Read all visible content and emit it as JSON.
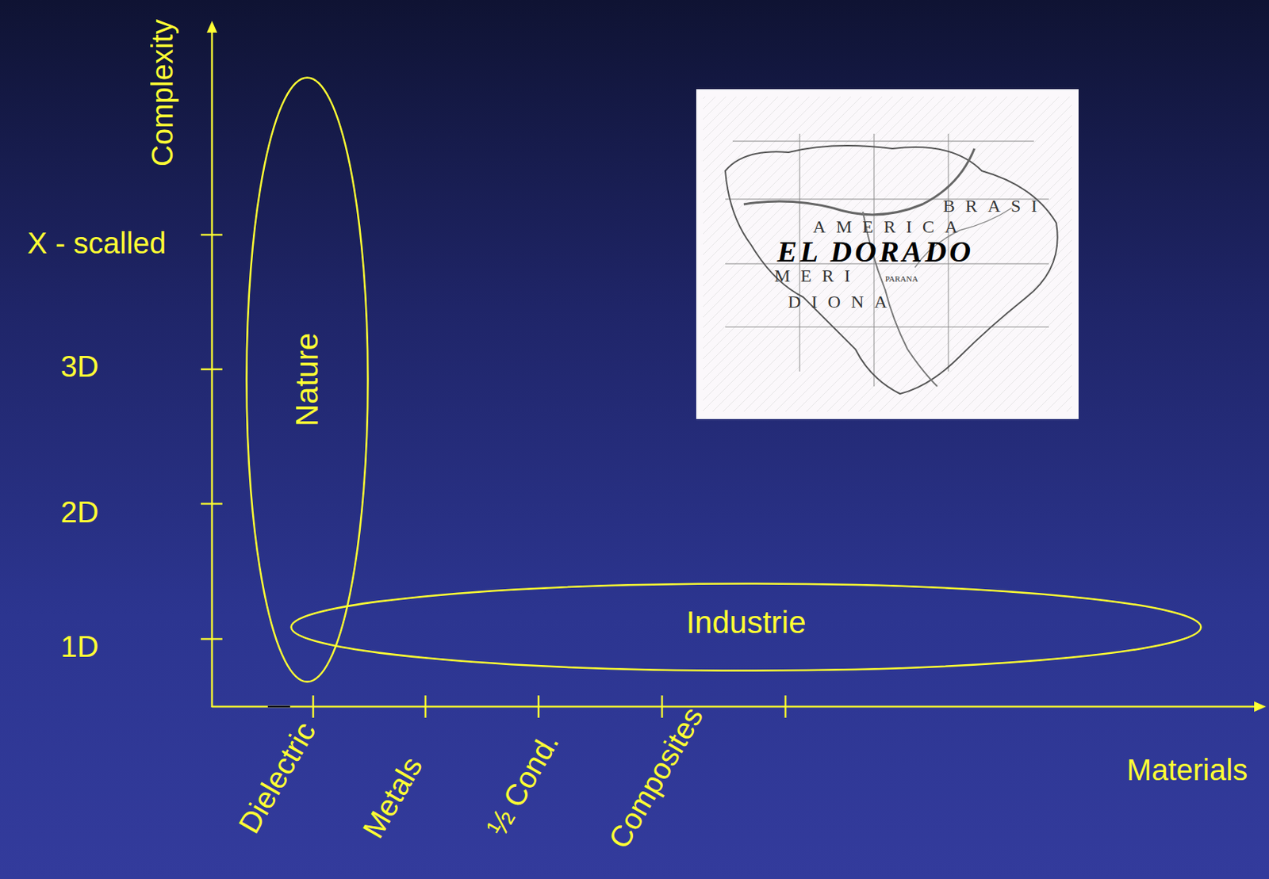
{
  "diagram": {
    "nodes": [
      {
        "text": [
          "Nature"
        ]
      },
      {
        "text": [
          "Industrie"
        ]
      }
    ],
    "labels": [
      "Complexity",
      "X - scalled",
      "3D",
      "2D",
      "1D",
      "Dielectric",
      "Metals",
      "½ Cond.",
      "Composites",
      "Materials",
      "EL DORADO",
      "AMERICA",
      "BRASI",
      "MERI",
      "DIONA",
      "PARANA"
    ]
  }
}
